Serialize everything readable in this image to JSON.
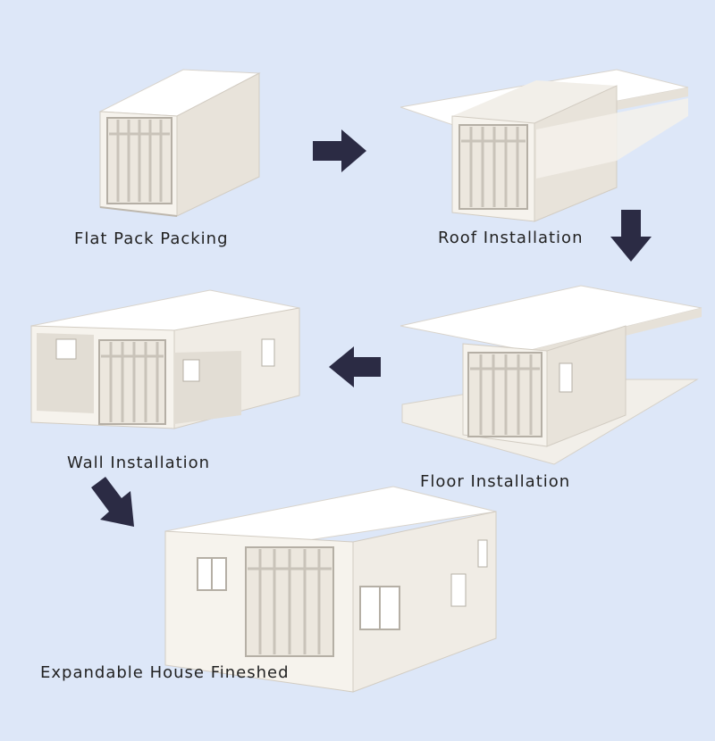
{
  "steps": [
    {
      "id": "flat-pack",
      "label": "Flat Pack Packing"
    },
    {
      "id": "roof",
      "label": "Roof Installation"
    },
    {
      "id": "floor",
      "label": "Floor Installation"
    },
    {
      "id": "wall",
      "label": "Wall Installation"
    },
    {
      "id": "finished",
      "label": "Expandable House Fineshed"
    }
  ],
  "colors": {
    "background": "#dde7f8",
    "arrow": "#2b2b44",
    "panel": "#f7f4ee",
    "shade": "#e4dfd6",
    "frame": "#bdb7ad",
    "text": "#222222"
  }
}
